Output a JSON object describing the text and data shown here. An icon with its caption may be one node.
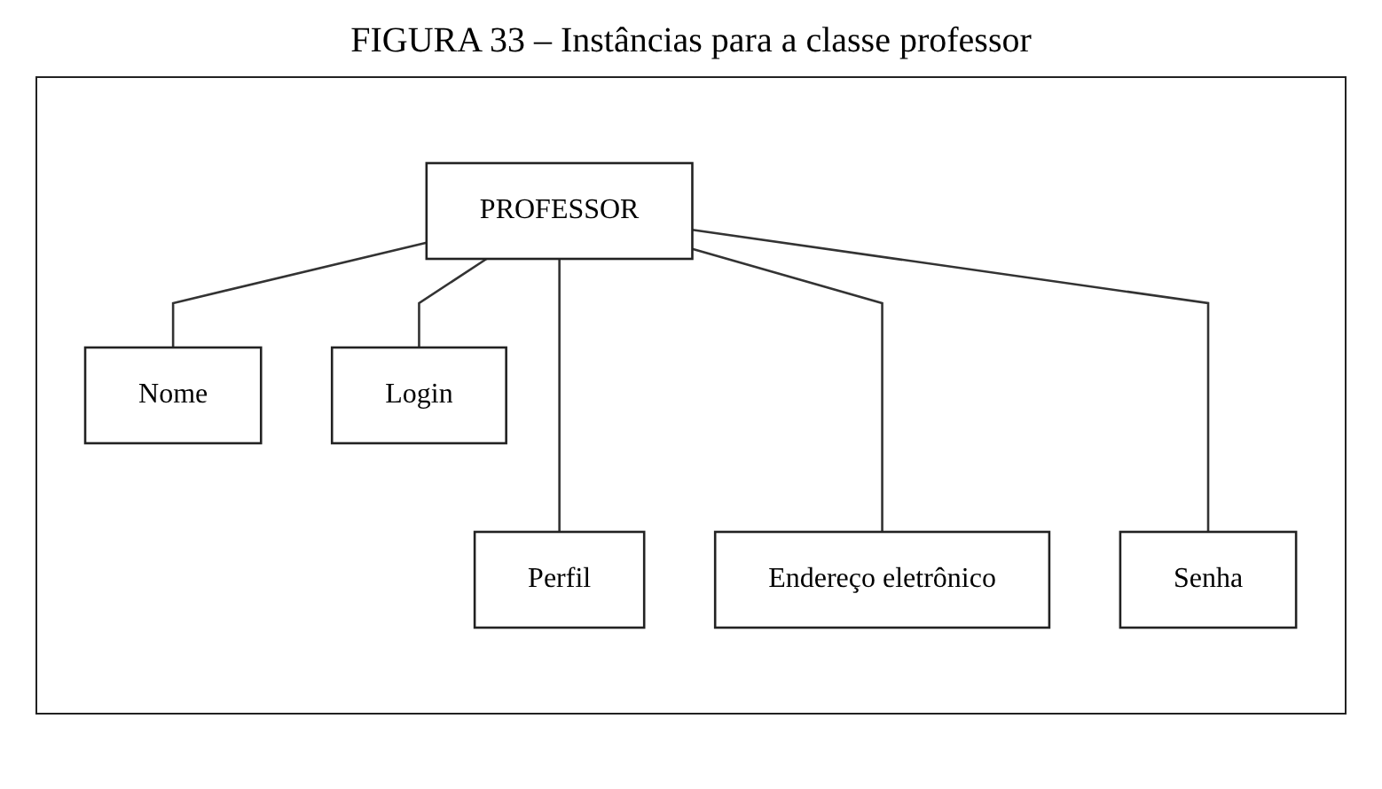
{
  "diagram": {
    "title": "FIGURA 33 – Instâncias para a classe professor",
    "nodes": [
      {
        "text": [
          "PROFESSOR"
        ]
      },
      {
        "text": [
          "Nome"
        ]
      },
      {
        "text": [
          "Login"
        ]
      },
      {
        "text": [
          "Perfil"
        ]
      },
      {
        "text": [
          "Endereço eletrônico"
        ]
      },
      {
        "text": [
          "Senha"
        ]
      }
    ],
    "edges": [
      {
        "from": 0,
        "to": 1,
        "arrow": "none"
      },
      {
        "from": 0,
        "to": 3,
        "arrow": "none"
      },
      {
        "from": 0,
        "to": 4,
        "arrow": "none"
      },
      {
        "from": 0,
        "to": 5,
        "arrow": "none"
      },
      {
        "from": 0,
        "to": 2,
        "arrow": "none"
      }
    ]
  }
}
